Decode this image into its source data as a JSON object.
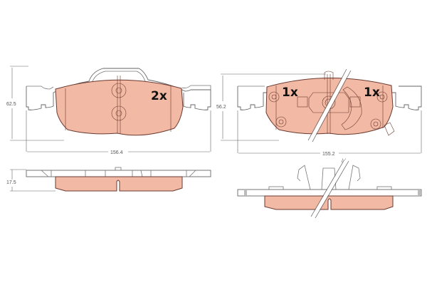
{
  "colors": {
    "pad_fill": "#F2B9A4",
    "outline": "#6b3a30",
    "plate_stroke": "#666666",
    "dimension": "#555555",
    "background": "#ffffff"
  },
  "left_pad": {
    "quantity_label": "2x",
    "dimensions": {
      "height": "62.5",
      "width": "156.4",
      "thickness": "17.5"
    }
  },
  "right_pad": {
    "quantity_label_left": "1x",
    "quantity_label_right": "1x",
    "dimensions": {
      "height": "56.2",
      "width": "155.2"
    }
  }
}
